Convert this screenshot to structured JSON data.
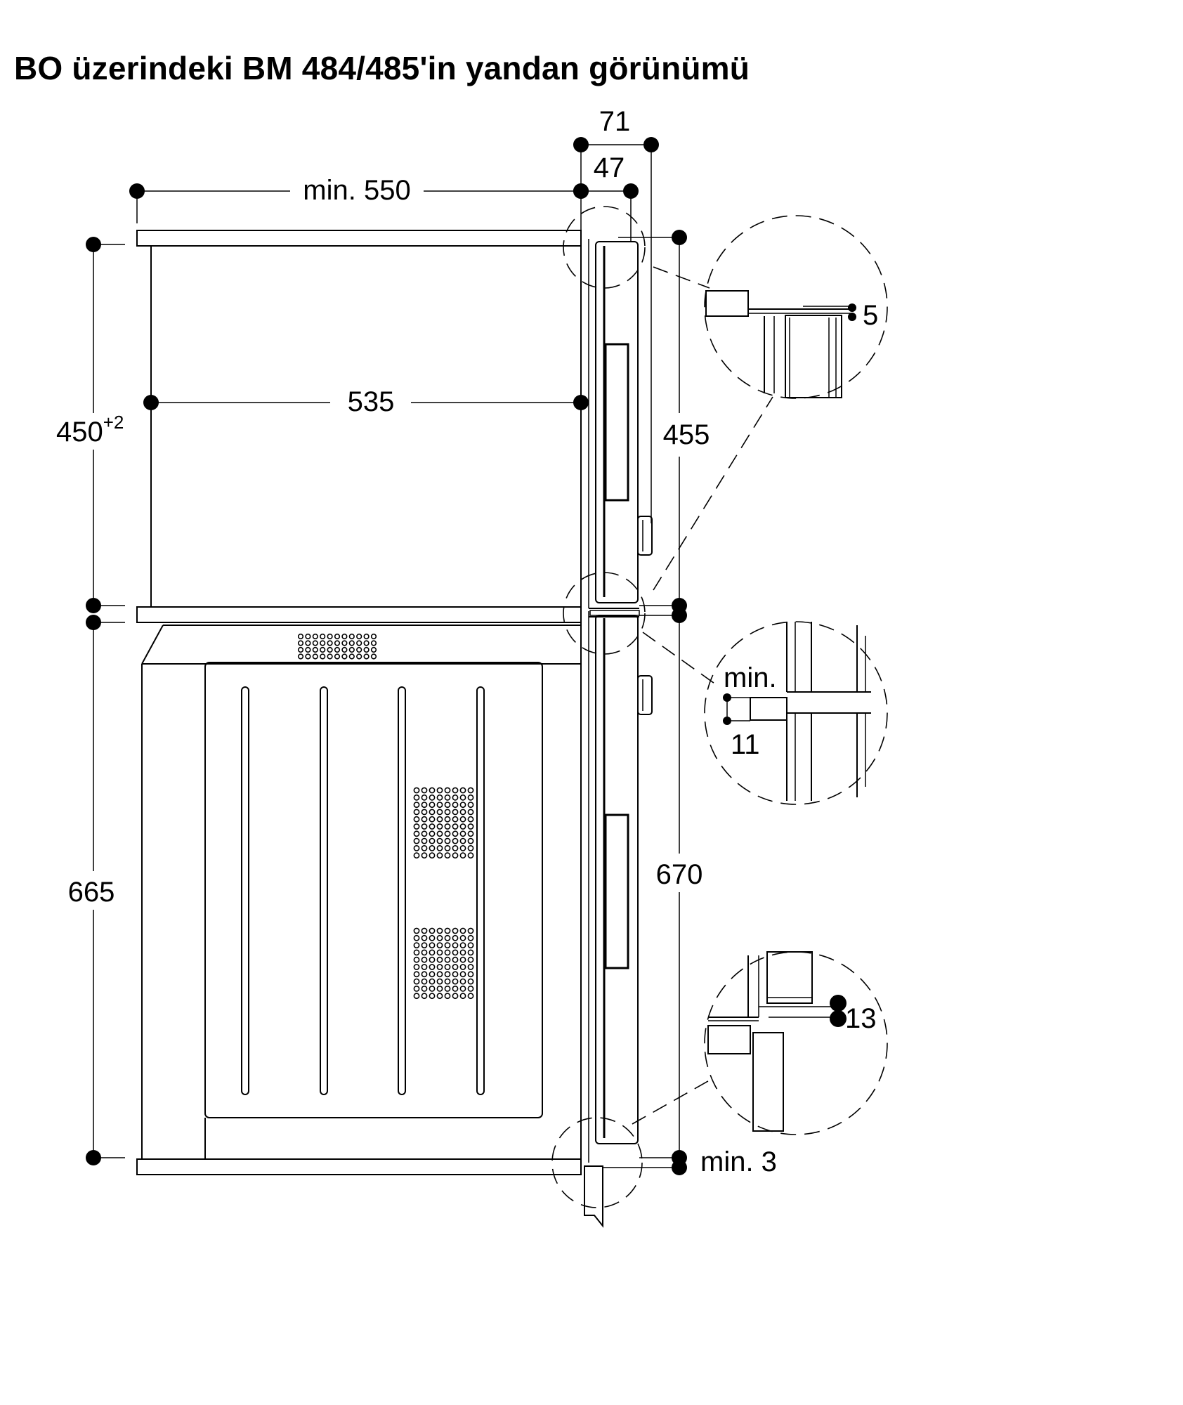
{
  "title": "BO üzerindeki BM 484/485'in yandan görünümü",
  "dimensions": {
    "d71": "71",
    "d47": "47",
    "min550": "min. 550",
    "d535": "535",
    "d450": "450",
    "d450_tol": "+2",
    "d455": "455",
    "d665": "665",
    "d670": "670",
    "d5": "5",
    "min": "min.",
    "d11": "11",
    "d13": "13",
    "min3": "min. 3"
  }
}
